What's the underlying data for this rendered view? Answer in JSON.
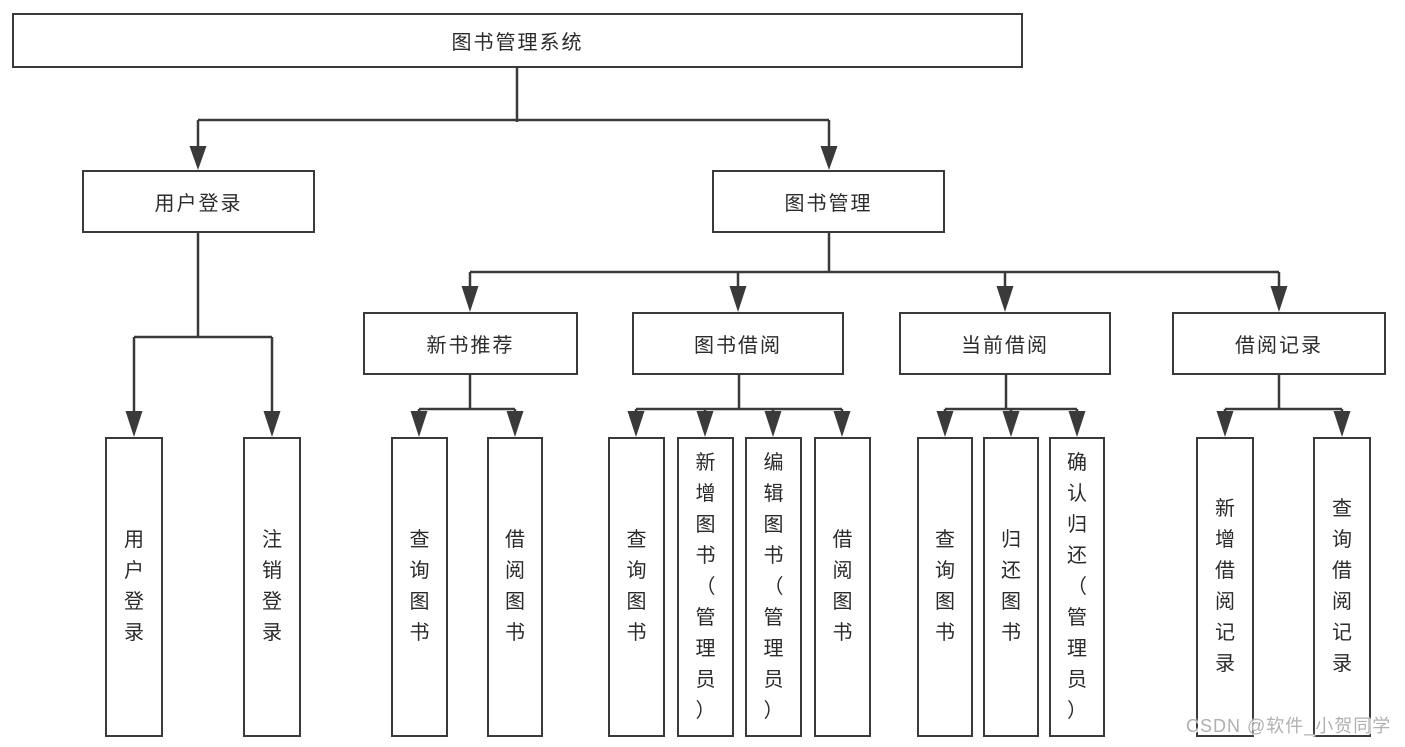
{
  "colors": {
    "background": "#ffffff",
    "line": "#3a3a3a",
    "box_border": "#3a3a3a",
    "text": "#2b2b2b",
    "watermark": "#b0b0b0"
  },
  "watermark": {
    "text": "CSDN @软件_小贺同学"
  },
  "tree": {
    "root": {
      "label": "图书管理系统"
    },
    "children": [
      {
        "label": "用户登录",
        "children": [
          {
            "label": "用户登录"
          },
          {
            "label": "注销登录"
          }
        ]
      },
      {
        "label": "图书管理",
        "children": [
          {
            "label": "新书推荐",
            "children": [
              {
                "label": "查询图书"
              },
              {
                "label": "借阅图书"
              }
            ]
          },
          {
            "label": "图书借阅",
            "children": [
              {
                "label": "查询图书"
              },
              {
                "label": "新增图书（管理员）"
              },
              {
                "label": "编辑图书（管理员）"
              },
              {
                "label": "借阅图书"
              }
            ]
          },
          {
            "label": "当前借阅",
            "children": [
              {
                "label": "查询图书"
              },
              {
                "label": "归还图书"
              },
              {
                "label": "确认归还（管理员）"
              }
            ]
          },
          {
            "label": "借阅记录",
            "children": [
              {
                "label": "新增借阅记录"
              },
              {
                "label": "查询借阅记录"
              }
            ]
          }
        ]
      }
    ]
  }
}
